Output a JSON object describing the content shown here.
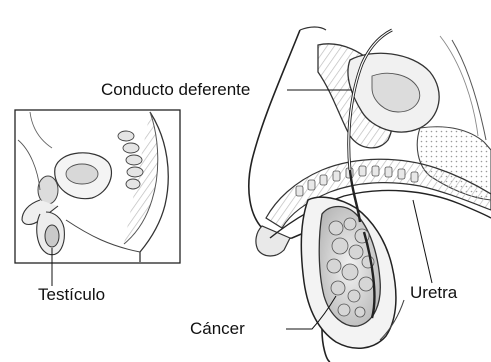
{
  "labels": {
    "vas_deferens": "Conducto deferente",
    "testicle": "Testículo",
    "urethra": "Uretra",
    "cancer": "Cáncer"
  }
}
